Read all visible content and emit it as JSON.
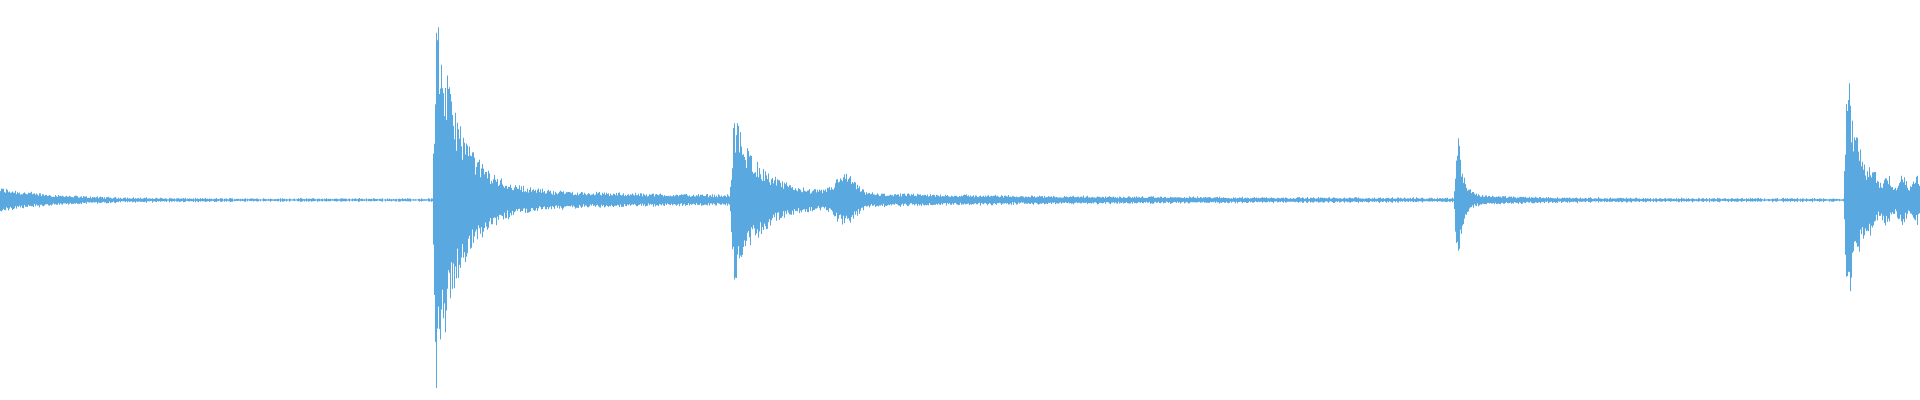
{
  "waveform": {
    "color": "#5aa8e0",
    "background": "#ffffff",
    "duration": 1.0,
    "baseline_noise": 0.008,
    "events": [
      {
        "time": 0.0,
        "peak": 0.06,
        "decay": 0.028,
        "kind": "fade-in-noise"
      },
      {
        "time": 0.227,
        "peak": 0.95,
        "decay": 0.05,
        "kind": "transient"
      },
      {
        "time": 0.382,
        "peak": 0.42,
        "decay": 0.05,
        "kind": "transient"
      },
      {
        "time": 0.44,
        "peak": 0.1,
        "decay": 0.01,
        "kind": "bump"
      },
      {
        "time": 0.759,
        "peak": 0.4,
        "decay": 0.01,
        "kind": "transient"
      },
      {
        "time": 0.962,
        "peak": 0.7,
        "decay": 0.02,
        "kind": "transient"
      },
      {
        "time": 0.965,
        "peak": 0.1,
        "decay": 0.5,
        "kind": "sustain"
      }
    ]
  }
}
